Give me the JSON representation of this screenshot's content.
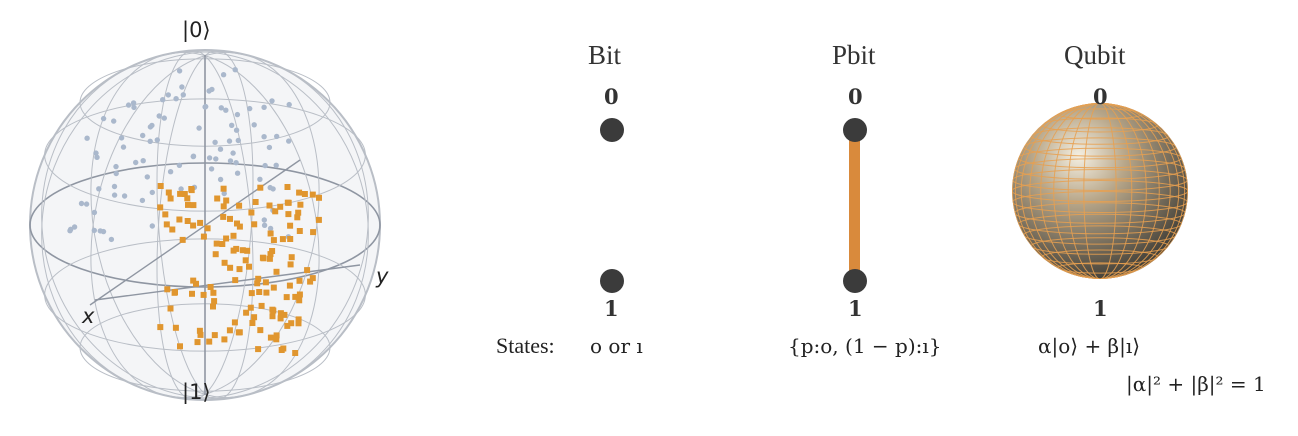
{
  "bloch_sphere": {
    "label_top": "|0⟩",
    "label_bottom": "|1⟩",
    "axis_x": "x",
    "axis_y": "y",
    "point_colors": {
      "upper_cluster": "#aab8cc",
      "lower_cluster": "#e0962f"
    },
    "line_color": "#b9bec6"
  },
  "panels": [
    {
      "title": "Bit",
      "label_top": "0",
      "label_bottom": "1",
      "states": "o or ı"
    },
    {
      "title": "Pbit",
      "label_top": "0",
      "label_bottom": "1",
      "states": "{p:o, (1 − p):ı}",
      "bar_color": "#d98a3c"
    },
    {
      "title": "Qubit",
      "label_top": "0",
      "label_bottom": "1",
      "states": "α|o⟩ + β|ı⟩",
      "constraint": "|α|² + |β|² = 1"
    }
  ],
  "states_caption": "States:",
  "dot_color": "#3b3b3b",
  "qubit_sphere_color": "#9d8b6a",
  "qubit_grid_color": "#e8a050"
}
